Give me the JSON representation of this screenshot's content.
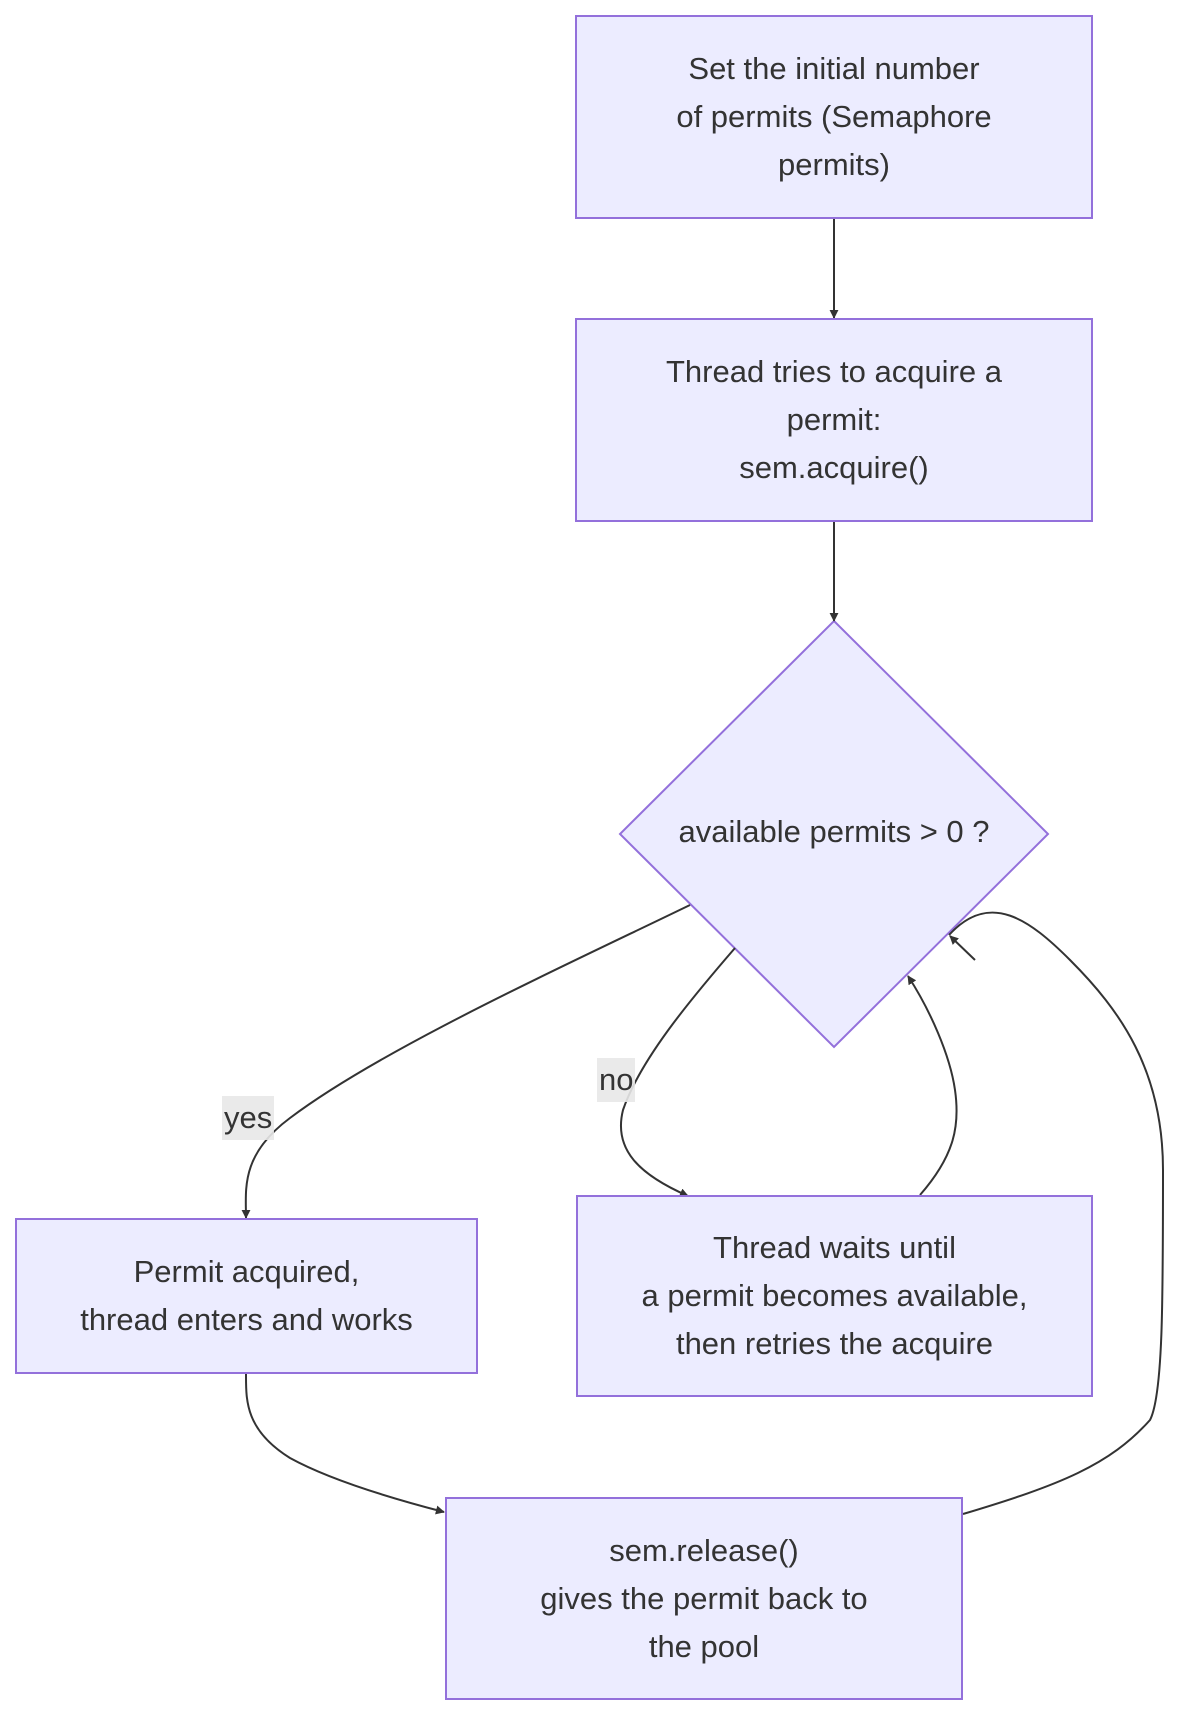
{
  "diagram": {
    "nodes": {
      "init": {
        "text": "Set the initial number\nof permits (Semaphore\npermits)"
      },
      "acquire": {
        "text": "Thread tries to acquire a\npermit:\nsem.acquire()"
      },
      "decision": {
        "text": "available permits > 0 ?"
      },
      "acquired": {
        "text": "Permit acquired,\nthread enters and works"
      },
      "wait": {
        "text": "Thread waits until\na permit becomes available,\nthen retries the acquire"
      },
      "release": {
        "text": "sem.release()\ngives the permit back to\nthe pool"
      }
    },
    "edges": {
      "yes_label": "yes",
      "no_label": "no"
    },
    "colors": {
      "node_fill": "#ececff",
      "node_stroke": "#9370db",
      "edge_stroke": "#333333",
      "label_background": "#e8e8e8"
    }
  }
}
